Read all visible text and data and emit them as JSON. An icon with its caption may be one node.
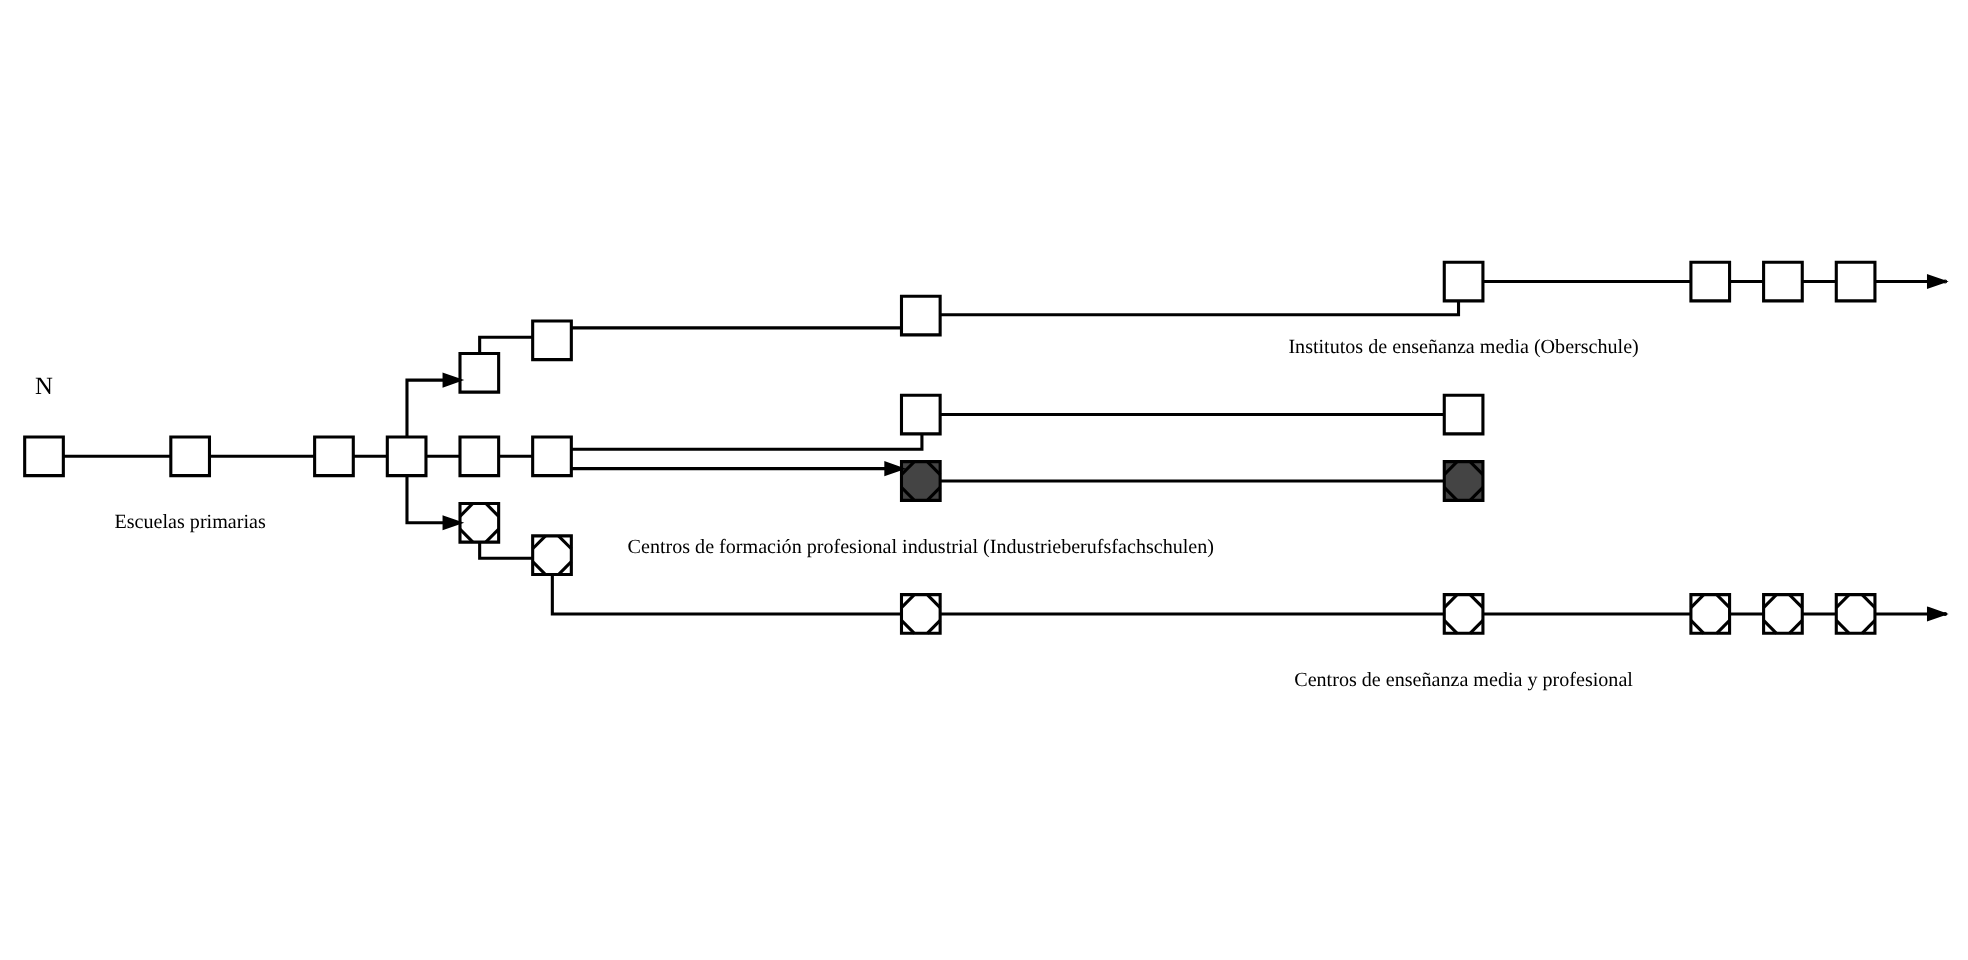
{
  "diagram": {
    "nodes": [
      {
        "text": [],
        "shape": "box"
      },
      {
        "text": [],
        "shape": "box"
      },
      {
        "text": [],
        "shape": "box"
      },
      {
        "text": [],
        "shape": "box"
      },
      {
        "text": [],
        "shape": "box"
      },
      {
        "text": [],
        "shape": "box"
      },
      {
        "text": [],
        "shape": "box"
      },
      {
        "text": [],
        "shape": "box"
      },
      {
        "text": [],
        "shape": "box"
      },
      {
        "text": [],
        "shape": "box"
      },
      {
        "text": [],
        "shape": "box"
      },
      {
        "text": [],
        "shape": "box"
      },
      {
        "text": [],
        "shape": "box"
      },
      {
        "text": [],
        "shape": "box"
      },
      {
        "text": [],
        "shape": "box"
      },
      {
        "text": [],
        "shape": "half-filled-crossed-box"
      },
      {
        "text": [],
        "shape": "half-filled-crossed-box"
      },
      {
        "text": [],
        "shape": "crossed-box"
      },
      {
        "text": [],
        "shape": "crossed-box"
      },
      {
        "text": [],
        "shape": "crossed-box"
      },
      {
        "text": [],
        "shape": "crossed-box"
      },
      {
        "text": [],
        "shape": "crossed-box"
      },
      {
        "text": [],
        "shape": "crossed-box"
      },
      {
        "text": [],
        "shape": "crossed-box"
      }
    ],
    "edges": [
      {
        "from": 0,
        "to": 1,
        "arrow": "none"
      },
      {
        "from": 1,
        "to": 2,
        "arrow": "none"
      },
      {
        "from": 2,
        "to": 3,
        "arrow": "none"
      },
      {
        "from": 3,
        "to": 4,
        "arrow": "to"
      },
      {
        "from": 3,
        "to": 11,
        "arrow": "none"
      },
      {
        "from": 3,
        "to": 17,
        "arrow": "to"
      },
      {
        "from": 4,
        "to": 5,
        "arrow": "none"
      },
      {
        "from": 5,
        "to": 6,
        "arrow": "none"
      },
      {
        "from": 6,
        "to": 7,
        "arrow": "none"
      },
      {
        "from": 7,
        "to": 8,
        "arrow": "none"
      },
      {
        "from": 8,
        "to": 9,
        "arrow": "none"
      },
      {
        "from": 9,
        "to": 10,
        "arrow": "none"
      },
      {
        "from": 10,
        "to": null,
        "arrow": "to"
      },
      {
        "from": 11,
        "to": 12,
        "arrow": "none"
      },
      {
        "from": 12,
        "to": 13,
        "arrow": "none"
      },
      {
        "from": 13,
        "to": 14,
        "arrow": "none"
      },
      {
        "from": 12,
        "to": 15,
        "arrow": "to"
      },
      {
        "from": 15,
        "to": 16,
        "arrow": "none"
      },
      {
        "from": 17,
        "to": 18,
        "arrow": "none"
      },
      {
        "from": 18,
        "to": 19,
        "arrow": "none"
      },
      {
        "from": 19,
        "to": 20,
        "arrow": "none"
      },
      {
        "from": 20,
        "to": 21,
        "arrow": "none"
      },
      {
        "from": 21,
        "to": 22,
        "arrow": "none"
      },
      {
        "from": 22,
        "to": 23,
        "arrow": "none"
      },
      {
        "from": 23,
        "to": null,
        "arrow": "to"
      }
    ],
    "labels": [
      "N",
      "Institutos de enseñanza media (Oberschule)",
      "Escuelas primarias",
      "Centros de formación profesional industrial (Industrieberufsfachschulen)",
      "Centros de enseñanza media y profesional"
    ]
  }
}
